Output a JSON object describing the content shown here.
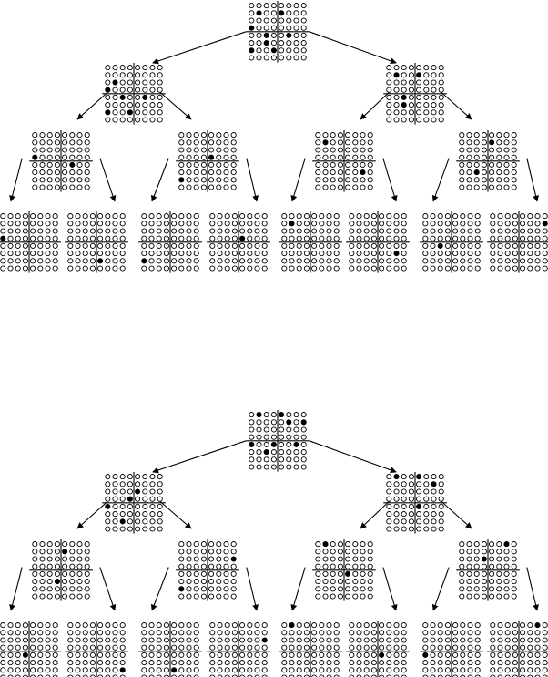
{
  "colors": {
    "ink": "#000000",
    "background": "#ffffff",
    "empty_dot": "#ffffff",
    "filled_dot": "#000000"
  },
  "grid": {
    "rows": 8,
    "cols": 8
  },
  "trees": [
    {
      "name": "upper-tree",
      "nodes": [
        {
          "level": 0,
          "filled": [
            [
              1,
              1
            ],
            [
              1,
              4
            ],
            [
              3,
              0
            ],
            [
              4,
              2
            ],
            [
              4,
              5
            ],
            [
              5,
              2
            ],
            [
              6,
              0
            ],
            [
              6,
              3
            ]
          ]
        },
        {
          "level": 1,
          "filled": [
            [
              2,
              1
            ],
            [
              3,
              0
            ],
            [
              4,
              2
            ],
            [
              4,
              5
            ],
            [
              6,
              0
            ],
            [
              6,
              3
            ]
          ]
        },
        {
          "level": 1,
          "filled": [
            [
              1,
              1
            ],
            [
              1,
              4
            ],
            [
              4,
              2
            ],
            [
              5,
              2
            ]
          ]
        },
        {
          "level": 2,
          "filled": [
            [
              3,
              0
            ],
            [
              4,
              5
            ]
          ]
        },
        {
          "level": 2,
          "filled": [
            [
              3,
              4
            ],
            [
              6,
              0
            ]
          ]
        },
        {
          "level": 2,
          "filled": [
            [
              1,
              1
            ],
            [
              5,
              6
            ]
          ]
        },
        {
          "level": 2,
          "filled": [
            [
              1,
              4
            ],
            [
              5,
              2
            ]
          ]
        },
        {
          "level": 3,
          "filled": [
            [
              3,
              0
            ]
          ]
        },
        {
          "level": 3,
          "filled": [
            [
              6,
              4
            ]
          ]
        },
        {
          "level": 3,
          "filled": [
            [
              6,
              0
            ]
          ]
        },
        {
          "level": 3,
          "filled": [
            [
              3,
              4
            ]
          ]
        },
        {
          "level": 3,
          "filled": [
            [
              1,
              1
            ]
          ]
        },
        {
          "level": 3,
          "filled": [
            [
              5,
              6
            ]
          ]
        },
        {
          "level": 3,
          "filled": [
            [
              4,
              2
            ]
          ]
        },
        {
          "level": 3,
          "filled": [
            [
              1,
              7
            ]
          ]
        }
      ]
    },
    {
      "name": "lower-tree",
      "nodes": [
        {
          "level": 0,
          "filled": [
            [
              0,
              1
            ],
            [
              0,
              4
            ],
            [
              1,
              5
            ],
            [
              1,
              7
            ],
            [
              4,
              0
            ],
            [
              4,
              3
            ],
            [
              4,
              6
            ],
            [
              5,
              2
            ]
          ]
        },
        {
          "level": 1,
          "filled": [
            [
              2,
              4
            ],
            [
              3,
              3
            ],
            [
              4,
              0
            ],
            [
              6,
              2
            ]
          ]
        },
        {
          "level": 1,
          "filled": [
            [
              0,
              1
            ],
            [
              0,
              4
            ],
            [
              1,
              6
            ],
            [
              4,
              4
            ]
          ]
        },
        {
          "level": 2,
          "filled": [
            [
              1,
              4
            ],
            [
              5,
              3
            ]
          ]
        },
        {
          "level": 2,
          "filled": [
            [
              2,
              7
            ],
            [
              6,
              0
            ]
          ]
        },
        {
          "level": 2,
          "filled": [
            [
              0,
              1
            ],
            [
              4,
              4
            ]
          ]
        },
        {
          "level": 2,
          "filled": [
            [
              0,
              6
            ],
            [
              2,
              3
            ]
          ]
        },
        {
          "level": 3,
          "filled": [
            [
              4,
              3
            ]
          ]
        },
        {
          "level": 3,
          "filled": [
            [
              6,
              7
            ]
          ]
        },
        {
          "level": 3,
          "filled": [
            [
              6,
              4
            ]
          ]
        },
        {
          "level": 3,
          "filled": [
            [
              2,
              7
            ]
          ]
        },
        {
          "level": 3,
          "filled": [
            [
              0,
              1
            ]
          ]
        },
        {
          "level": 3,
          "filled": [
            [
              4,
              4
            ]
          ]
        },
        {
          "level": 3,
          "filled": [
            [
              4,
              0
            ]
          ]
        },
        {
          "level": 3,
          "filled": [
            [
              0,
              6
            ]
          ]
        }
      ]
    }
  ]
}
